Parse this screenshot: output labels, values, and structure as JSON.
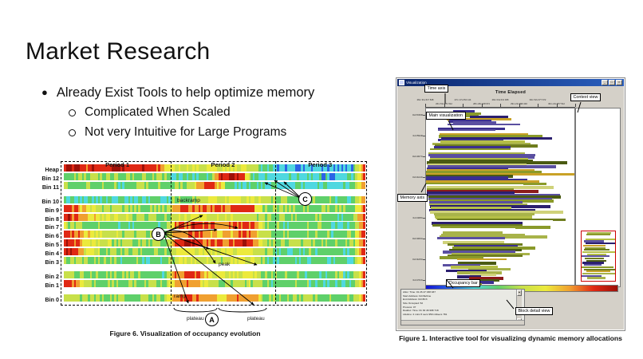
{
  "slide": {
    "title": "Market Research",
    "bullets": [
      {
        "text": "Already Exist Tools to help optimize memory",
        "subs": [
          "Complicated When Scaled",
          "Not very Intuitive for Large Programs"
        ]
      }
    ]
  },
  "figure6": {
    "caption": "Figure 6. Visualization of occupancy evolution",
    "row_labels": [
      "Heap",
      "Bin 12",
      "Bin 11",
      "Bin 10",
      "Bin 9",
      "Bin 8",
      "Bin 7",
      "Bin 6",
      "Bin 5",
      "Bin 4",
      "Bin 3",
      "Bin 2",
      "Bin 1",
      "Bin 0"
    ],
    "periods": [
      "Period 1",
      "Period 2",
      "Period 3"
    ],
    "annotations": [
      "backramp",
      "peak",
      "ramp",
      "plateau",
      "plateau"
    ],
    "markers": [
      "A",
      "B",
      "C"
    ],
    "colors": {
      "deep_blue": "#1414d2",
      "blue": "#2a64e6",
      "cyan": "#4fd8e0",
      "green": "#5fd06a",
      "yellow_green": "#c8e04a",
      "yellow": "#ecea3c",
      "orange": "#f0a030",
      "red": "#e02814",
      "dark_red": "#9c1008"
    }
  },
  "figure1": {
    "caption": "Figure 1. Interactive tool for visualizing dynamic memory allocations",
    "window_title": "Visualization",
    "window_buttons": [
      "_",
      "□",
      "×"
    ],
    "chart_title": "Time Elapsed",
    "callouts": [
      "Time axis",
      "Main visualization",
      "Context view",
      "Memory axis",
      "Occupancy bar",
      "Block detail view"
    ],
    "time_ticks": [
      "26m 31s 617 848",
      "26m 51s 871 512",
      "27m 17s 054 144",
      "28m 26s 108 974",
      "29m 04s 013 008",
      "29m 21s 699 440",
      "30m 52s 377 672",
      "30m 21s 877 512",
      "30m 58s"
    ],
    "memory_ticks": [
      "0xC53DD",
      "0xC594D",
      "0xC4D7C",
      "0xC4A4C",
      "0xC471C",
      "0xC408C",
      "0xC3D6C",
      "0xC3A5C",
      "0xC372C"
    ],
    "detail_lines": [
      "Alloc: Time: 01 26 47 038 937",
      "Start Address: 0xC8e6me",
      "End Address: 0xC8C3",
      "Size Occupied: 52",
      "Process: 07",
      "Dealloc: Time: 01 30 46 998 718",
      "Lifetime: 4 mins 5 secs 959 milisecs 781"
    ],
    "accent_selection": "#cc0000"
  },
  "chart_data": {
    "type": "heatmap",
    "title": "Visualization of occupancy evolution",
    "xlabel": "",
    "ylabel": "",
    "grid": false,
    "legend": "none",
    "categories": [
      "Period 1",
      "Period 2",
      "Period 3"
    ],
    "rows": [
      "Heap",
      "Bin 12",
      "Bin 11",
      "Bin 10",
      "Bin 9",
      "Bin 8",
      "Bin 7",
      "Bin 6",
      "Bin 5",
      "Bin 4",
      "Bin 3",
      "Bin 2",
      "Bin 1",
      "Bin 0"
    ],
    "series": [
      {
        "name": "Heap",
        "values": [
          0.92,
          0.95,
          0.88,
          0.93,
          0.9,
          0.96,
          0.86,
          0.94,
          0.91,
          0.7,
          0.55,
          0.6,
          0.52,
          0.58,
          0.5,
          0.62,
          0.55,
          0.48,
          0.3,
          0.22,
          0.24,
          0.2,
          0.26,
          0.22,
          0.18,
          0.2,
          0.24,
          0.9
        ]
      },
      {
        "name": "Bin 12",
        "values": [
          0.44,
          0.4,
          0.42,
          0.46,
          0.38,
          0.44,
          0.4,
          0.42,
          0.46,
          0.4,
          0.3,
          0.34,
          0.32,
          0.36,
          0.86,
          0.95,
          0.92,
          0.3,
          0.28,
          0.26,
          0.3,
          0.24,
          0.28,
          0.26,
          0.24,
          0.28,
          0.3,
          0.86
        ]
      },
      {
        "name": "Bin 11",
        "values": [
          0.4,
          0.36,
          0.42,
          0.38,
          0.4,
          0.36,
          0.44,
          0.38,
          0.42,
          0.36,
          0.4,
          0.38,
          0.7,
          0.88,
          0.62,
          0.34,
          0.3,
          0.32,
          0.28,
          0.3,
          0.26,
          0.32,
          0.28,
          0.3,
          0.26,
          0.3,
          0.34,
          0.88
        ]
      },
      {
        "name": "Bin 10",
        "values": [
          0.3,
          0.28,
          0.32,
          0.3,
          0.34,
          0.3,
          0.28,
          0.32,
          0.36,
          0.34,
          0.4,
          0.42,
          0.5,
          0.56,
          0.52,
          0.6,
          0.58,
          0.54,
          0.5,
          0.44,
          0.4,
          0.38,
          0.42,
          0.4,
          0.38,
          0.36,
          0.34,
          0.8
        ]
      },
      {
        "name": "Bin 9",
        "values": [
          0.88,
          0.82,
          0.6,
          0.52,
          0.48,
          0.5,
          0.46,
          0.44,
          0.42,
          0.4,
          0.78,
          0.86,
          0.84,
          0.8,
          0.76,
          0.82,
          0.88,
          0.84,
          0.46,
          0.44,
          0.42,
          0.4,
          0.44,
          0.42,
          0.4,
          0.38,
          0.42,
          0.9
        ]
      },
      {
        "name": "Bin 8",
        "values": [
          0.9,
          0.86,
          0.7,
          0.64,
          0.58,
          0.54,
          0.5,
          0.48,
          0.46,
          0.44,
          0.5,
          0.54,
          0.58,
          0.52,
          0.56,
          0.5,
          0.54,
          0.5,
          0.4,
          0.38,
          0.42,
          0.4,
          0.36,
          0.4,
          0.38,
          0.36,
          0.4,
          0.88
        ]
      },
      {
        "name": "Bin 7",
        "values": [
          0.52,
          0.48,
          0.4,
          0.38,
          0.36,
          0.34,
          0.36,
          0.34,
          0.32,
          0.34,
          0.8,
          0.86,
          0.9,
          0.84,
          0.78,
          0.8,
          0.86,
          0.82,
          0.42,
          0.4,
          0.38,
          0.36,
          0.4,
          0.38,
          0.36,
          0.34,
          0.38,
          0.86
        ]
      },
      {
        "name": "Bin 6",
        "values": [
          0.86,
          0.8,
          0.66,
          0.58,
          0.52,
          0.48,
          0.5,
          0.46,
          0.44,
          0.42,
          0.76,
          0.82,
          0.78,
          0.74,
          0.7,
          0.76,
          0.8,
          0.74,
          0.44,
          0.42,
          0.4,
          0.38,
          0.42,
          0.4,
          0.38,
          0.36,
          0.4,
          0.84
        ]
      },
      {
        "name": "Bin 5",
        "values": [
          0.9,
          0.84,
          0.62,
          0.56,
          0.5,
          0.46,
          0.48,
          0.44,
          0.42,
          0.4,
          0.84,
          0.9,
          0.88,
          0.84,
          0.8,
          0.86,
          0.9,
          0.86,
          0.48,
          0.46,
          0.44,
          0.42,
          0.46,
          0.44,
          0.42,
          0.4,
          0.44,
          0.88
        ]
      },
      {
        "name": "Bin 4",
        "values": [
          0.92,
          0.86,
          0.58,
          0.52,
          0.48,
          0.44,
          0.46,
          0.42,
          0.4,
          0.38,
          0.56,
          0.6,
          0.58,
          0.54,
          0.52,
          0.56,
          0.6,
          0.56,
          0.4,
          0.38,
          0.36,
          0.34,
          0.38,
          0.36,
          0.34,
          0.32,
          0.36,
          0.86
        ]
      },
      {
        "name": "Bin 3",
        "values": [
          0.5,
          0.46,
          0.42,
          0.4,
          0.38,
          0.36,
          0.38,
          0.36,
          0.34,
          0.36,
          0.52,
          0.56,
          0.54,
          0.5,
          0.48,
          0.52,
          0.56,
          0.52,
          0.36,
          0.34,
          0.38,
          0.36,
          0.34,
          0.36,
          0.34,
          0.32,
          0.36,
          0.82
        ]
      },
      {
        "name": "Bin 2",
        "values": [
          0.46,
          0.42,
          0.4,
          0.38,
          0.44,
          0.4,
          0.42,
          0.38,
          0.4,
          0.36,
          0.8,
          0.86,
          0.82,
          0.6,
          0.56,
          0.52,
          0.58,
          0.54,
          0.4,
          0.38,
          0.42,
          0.4,
          0.38,
          0.36,
          0.4,
          0.38,
          0.36,
          0.84
        ]
      },
      {
        "name": "Bin 1",
        "values": [
          0.88,
          0.82,
          0.48,
          0.44,
          0.46,
          0.42,
          0.44,
          0.4,
          0.42,
          0.38,
          0.74,
          0.8,
          0.7,
          0.5,
          0.48,
          0.46,
          0.5,
          0.48,
          0.38,
          0.36,
          0.4,
          0.38,
          0.36,
          0.34,
          0.38,
          0.36,
          0.34,
          0.9
        ]
      },
      {
        "name": "Bin 0",
        "values": [
          0.52,
          0.48,
          0.44,
          0.46,
          0.42,
          0.44,
          0.4,
          0.42,
          0.46,
          0.44,
          0.78,
          0.84,
          0.8,
          0.76,
          0.72,
          0.78,
          0.82,
          0.78,
          0.44,
          0.42,
          0.4,
          0.44,
          0.42,
          0.4,
          0.38,
          0.42,
          0.4,
          0.86
        ]
      }
    ],
    "colormap": [
      "#1414d2",
      "#2a64e6",
      "#4fd8e0",
      "#5fd06a",
      "#c8e04a",
      "#ecea3c",
      "#f0a030",
      "#e02814",
      "#9c1008"
    ],
    "period_bounds": [
      0.0,
      0.355,
      0.7,
      1.0
    ]
  }
}
